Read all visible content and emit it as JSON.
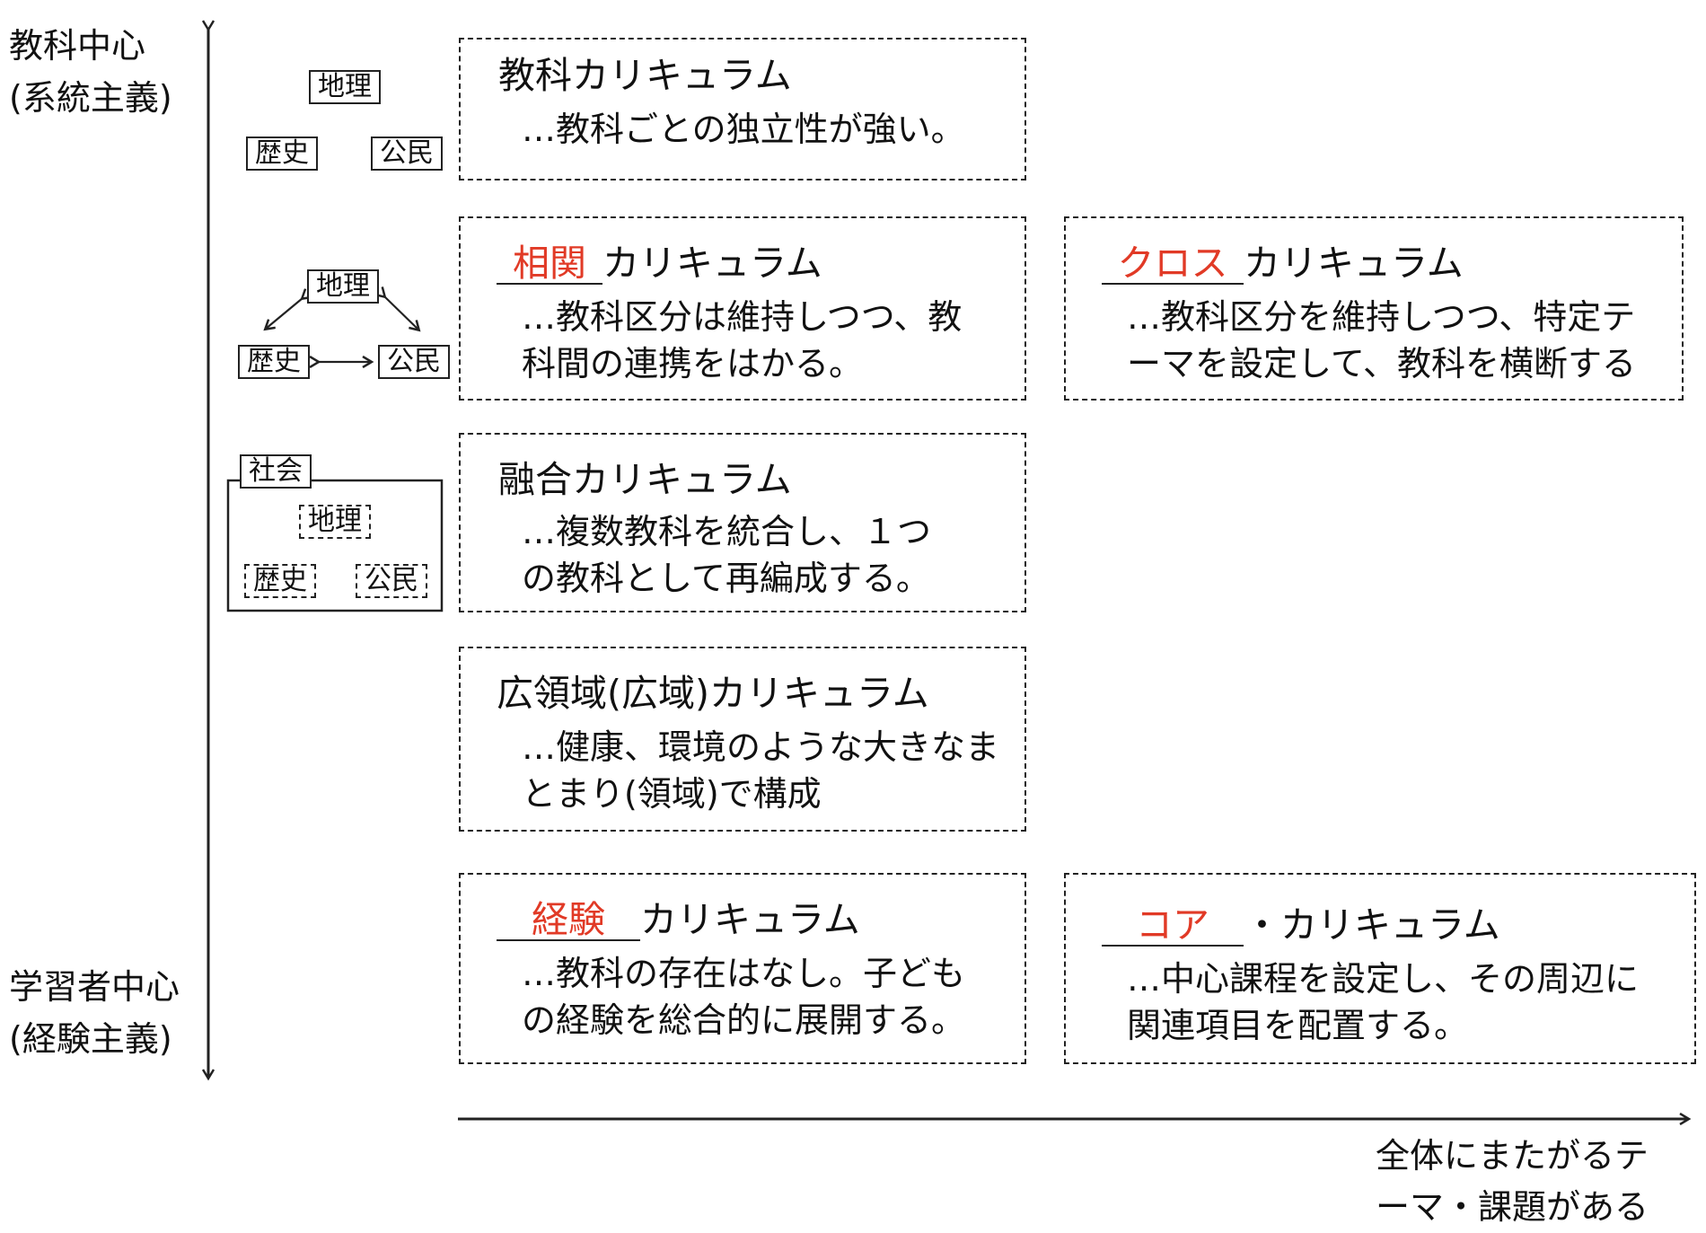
{
  "axis": {
    "top_label_line1": "教科中心",
    "top_label_line2": "(系統主義)",
    "bottom_label_line1": "学習者中心",
    "bottom_label_line2": "(経験主義)",
    "right_label_line1": "全体にまたがるテ",
    "right_label_line2": "ーマ・課題がある"
  },
  "subjects": {
    "geography": "地理",
    "history": "歴史",
    "civics": "公民",
    "society": "社会"
  },
  "boxes": {
    "subject": {
      "title": "教科カリキュラム",
      "desc_line1": "…教科ごとの独立性が強い。"
    },
    "correlated": {
      "blank": "相関",
      "title_suffix": "カリキュラム",
      "desc_line1": "…教科区分は維持しつつ、教",
      "desc_line2": "科間の連携をはかる。"
    },
    "cross": {
      "blank": "クロス",
      "title_suffix": "カリキュラム",
      "desc_line1": "…教科区分を維持しつつ、特定テ",
      "desc_line2": "ーマを設定して、教科を横断する"
    },
    "fused": {
      "title": "融合カリキュラム",
      "desc_line1": "…複数教科を統合し、１つ",
      "desc_line2": "の教科として再編成する。"
    },
    "broad": {
      "title": "広領域(広域)カリキュラム",
      "desc_line1": "…健康、環境のような大きなま",
      "desc_line2": "とまり(領域)で構成"
    },
    "experience": {
      "blank": "経験",
      "title_suffix": "カリキュラム",
      "desc_line1": "…教科の存在はなし。子ども",
      "desc_line2": "の経験を総合的に展開する。"
    },
    "core": {
      "blank": "コア",
      "title_suffix": "・カリキュラム",
      "desc_line1": "…中心課程を設定し、その周辺に",
      "desc_line2": "関連項目を配置する。"
    }
  },
  "colors": {
    "answer_red": "#e13a26",
    "line": "#222222"
  }
}
